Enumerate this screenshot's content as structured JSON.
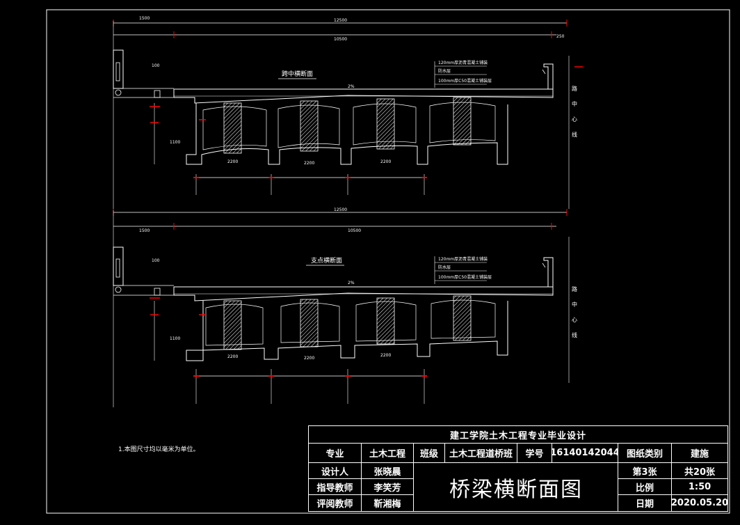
{
  "dims": {
    "overall_width": "12500",
    "cantilever": "1500",
    "deck_width": "10500",
    "right_edge": "250",
    "rail_height": "100",
    "girder_height": "1100",
    "spacing": "2200",
    "slope": "2%",
    "layer1": "120mm厚沥青混凝土铺装",
    "layer2": "防水层",
    "layer3": "100mm厚C50混凝土铺装层"
  },
  "sections": {
    "midspan_title": "跨中横断面",
    "support_title": "支点横断面",
    "centerline_label": [
      "路",
      "中",
      "心",
      "线"
    ]
  },
  "note": "1.本图尺寸均以毫米为单位。",
  "title_block": {
    "header": "建工学院土木工程专业毕业设计",
    "major_label": "专业",
    "major_value": "土木工程",
    "class_label": "班级",
    "class_value": "土木工程道桥班",
    "student_id_label": "学号",
    "student_id_value": "16140142044",
    "drawing_type_label": "图纸类别",
    "drawing_type_value": "建施",
    "designer_label": "设计人",
    "designer_value": "张晓晨",
    "advisor_label": "指导教师",
    "advisor_value": "李笑芳",
    "reviewer_label": "评阅教师",
    "reviewer_value": "靳湘梅",
    "sheet_no": "第3张",
    "total_sheets": "共20张",
    "scale_label": "比例",
    "scale_value": "1:50",
    "date_label": "日期",
    "date_value": "2020.05.20",
    "drawing_title": "桥梁横断面图"
  },
  "colors": {
    "line": "#ffffff",
    "dimension": "#ff0000",
    "background": "#000000"
  }
}
